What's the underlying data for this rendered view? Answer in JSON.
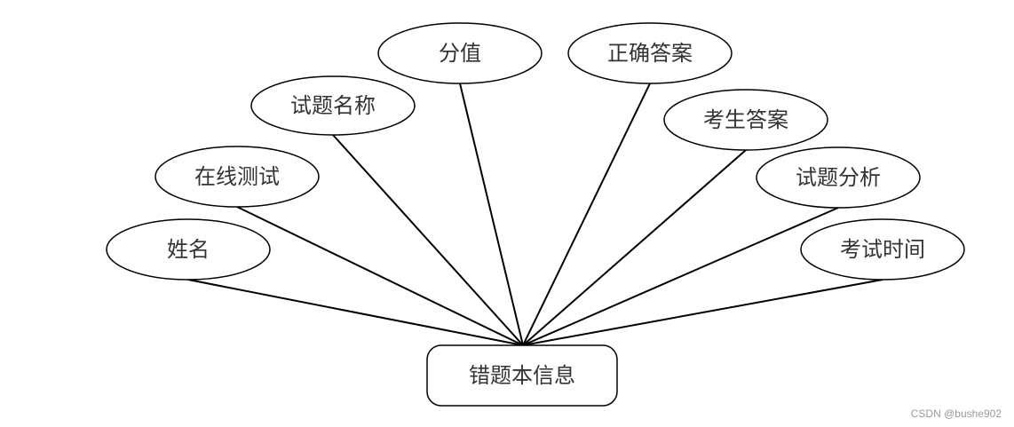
{
  "entity": {
    "label": "错题本信息"
  },
  "attributes": [
    {
      "label": "姓名"
    },
    {
      "label": "在线测试"
    },
    {
      "label": "试题名称"
    },
    {
      "label": "分值"
    },
    {
      "label": "正确答案"
    },
    {
      "label": "考生答案"
    },
    {
      "label": "试题分析"
    },
    {
      "label": "考试时间"
    }
  ],
  "watermark": "CSDN @bushe902"
}
